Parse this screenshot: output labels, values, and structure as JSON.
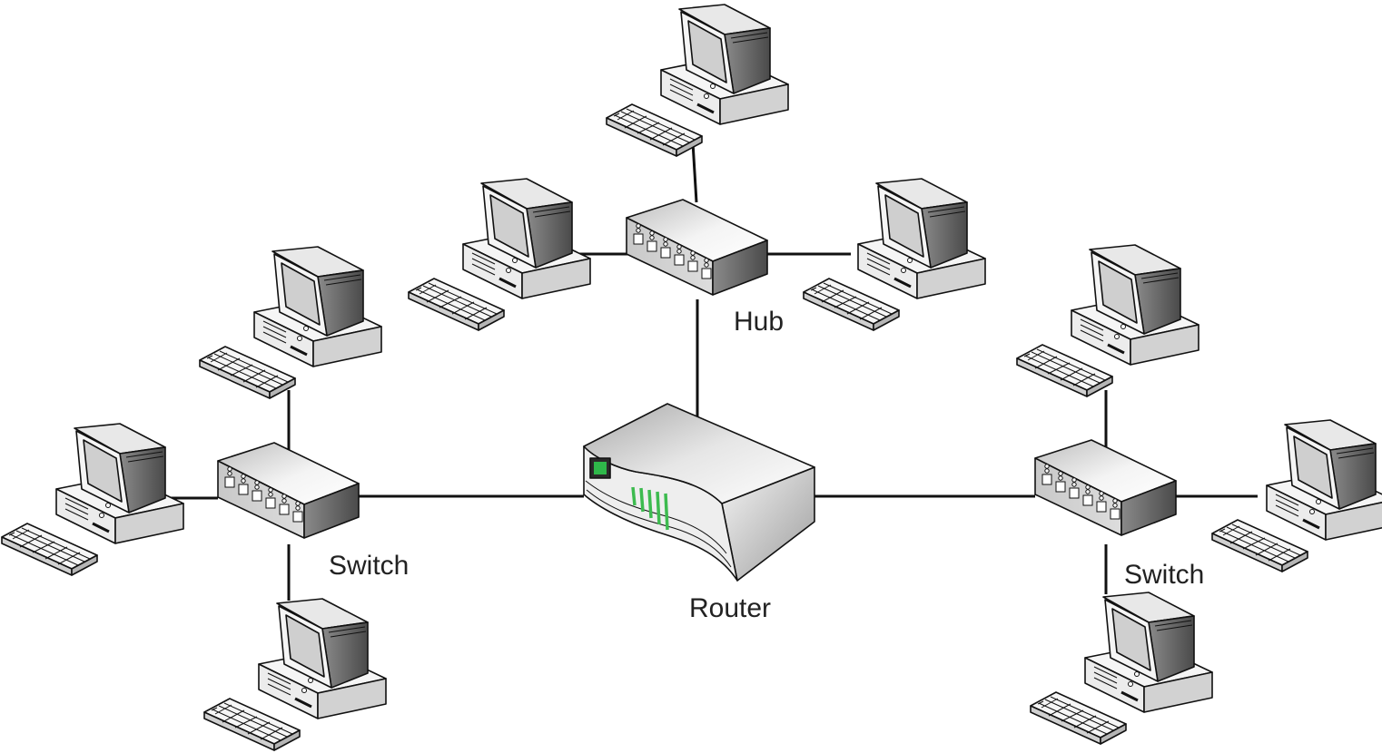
{
  "labels": {
    "hub": "Hub",
    "router": "Router",
    "switch_left": "Switch",
    "switch_right": "Switch"
  },
  "colors": {
    "cable": "#111111",
    "device_top": "#f2f2f2",
    "device_front": "#bdbdbd",
    "device_side": "#6e6e6e",
    "router_led": "#2fb84a",
    "router_stripes": "#3dbb4f"
  },
  "icons": {
    "workstation": "desktop-computer-icon",
    "hub": "hub-icon",
    "switch": "switch-icon",
    "router": "router-icon"
  },
  "topology": {
    "router": [
      "hub",
      "switch-left",
      "switch-right"
    ],
    "hub": [
      "computer-top",
      "computer-hub-left",
      "computer-hub-right"
    ],
    "switch-left": [
      "computer-left-top",
      "computer-left-west",
      "computer-left-bottom"
    ],
    "switch-right": [
      "computer-right-top",
      "computer-right-east",
      "computer-right-bottom"
    ]
  }
}
